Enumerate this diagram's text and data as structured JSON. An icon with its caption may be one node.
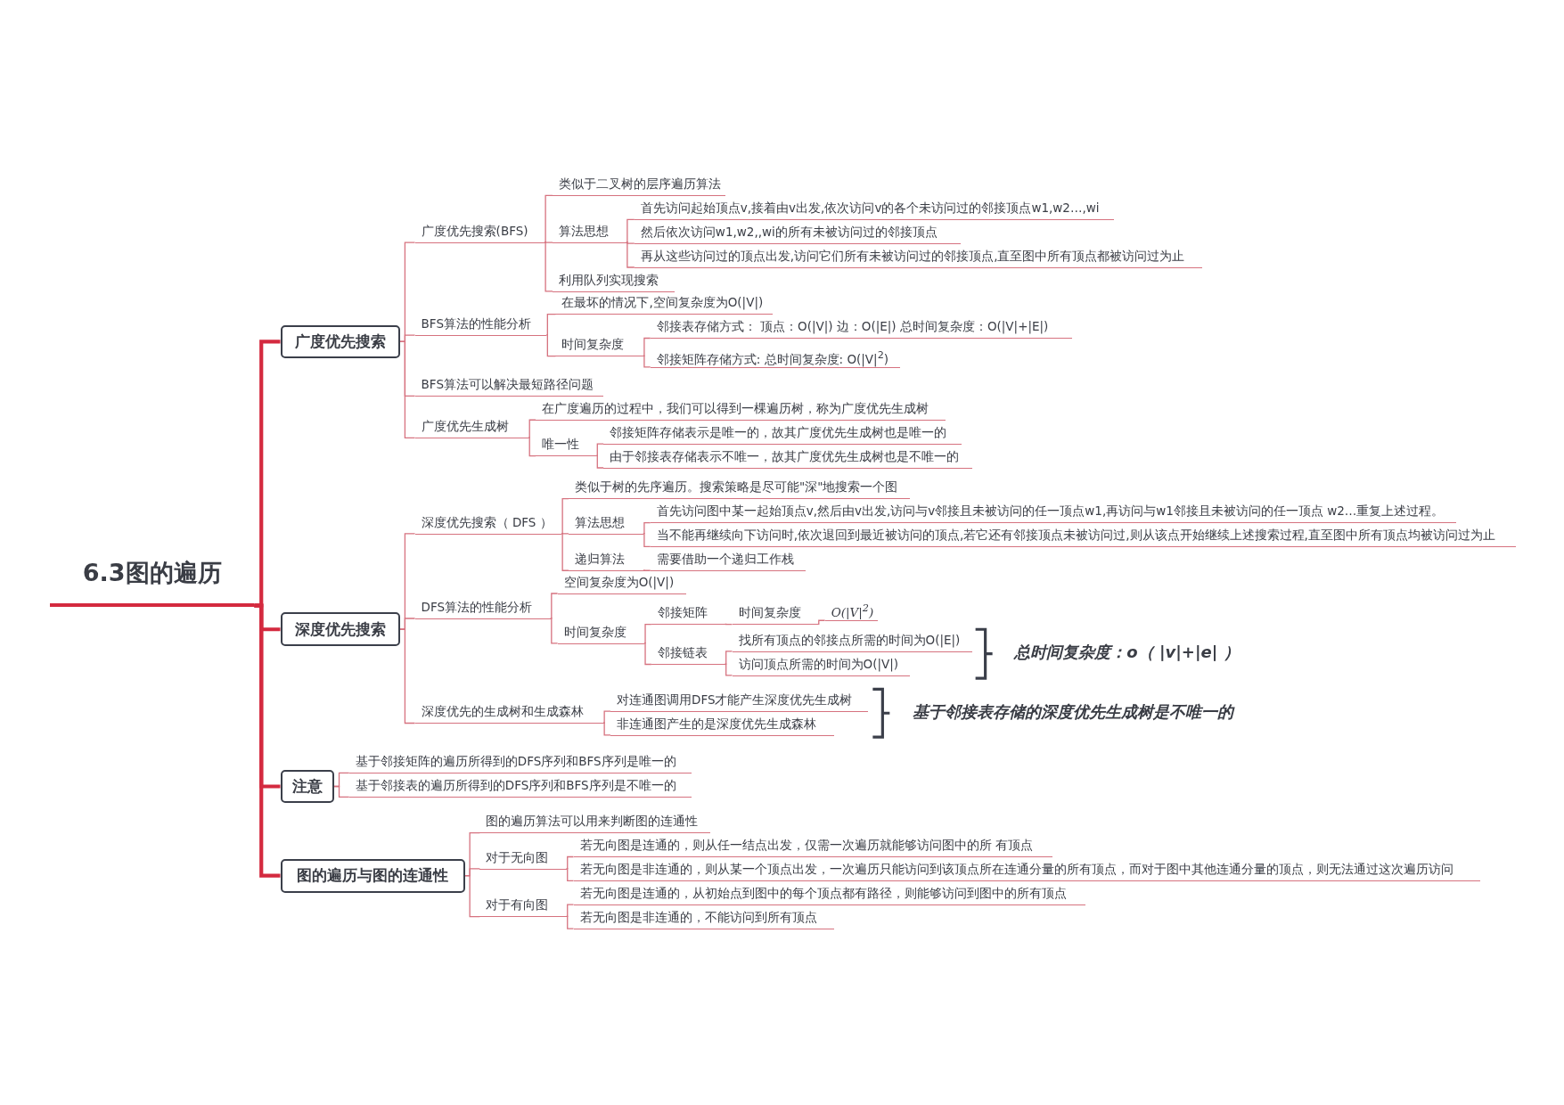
{
  "diagram": {
    "nodes": [
      {
        "text": [
          "6.3图的遍历"
        ]
      },
      {
        "text": [
          "广度优先搜索"
        ]
      },
      {
        "text": [
          "广度优先搜索(BFS)"
        ]
      },
      {
        "text": [
          "类似于二叉树的层序遍历算法"
        ]
      },
      {
        "text": [
          "算法思想"
        ]
      },
      {
        "text": [
          "首先访问起始顶点v,接着由v出发,依次访问v的各个未访问过的邻接顶点w1,w2…,wi"
        ]
      },
      {
        "text": [
          "然后依次访问w1,w2,,wi的所有未被访问过的邻接顶点"
        ]
      },
      {
        "text": [
          "再从这些访问过的顶点出发,访问它们所有未被访问过的邻接顶点,直至图中所有顶点都被访问过为止"
        ]
      },
      {
        "text": [
          "利用队列实现搜索"
        ]
      },
      {
        "text": [
          "BFS算法的性能分析"
        ]
      },
      {
        "text": [
          "在最坏的情况下,空间复杂度为O(|V|)"
        ]
      },
      {
        "text": [
          "时间复杂度"
        ]
      },
      {
        "text": [
          "邻接表存储方式： 顶点：O(|V|) 边：O(|E|) 总时间复杂度：O(|V|+|E|)"
        ]
      },
      {
        "text": [
          "邻接矩阵存储方式: 总时间复杂度: O(|V|$^{2}$)"
        ]
      },
      {
        "text": [
          "BFS算法可以解决最短路径问题"
        ]
      },
      {
        "text": [
          "广度优先生成树"
        ]
      },
      {
        "text": [
          "在广度遍历的过程中，我们可以得到一棵遍历树，称为广度优先生成树"
        ]
      },
      {
        "text": [
          "唯一性"
        ]
      },
      {
        "text": [
          "邻接矩阵存储表示是唯一的，故其广度优先生成树也是唯一的"
        ]
      },
      {
        "text": [
          "由于邻接表存储表示不唯一，故其广度优先生成树也是不唯一的"
        ]
      },
      {
        "text": [
          "深度优先搜索"
        ]
      },
      {
        "text": [
          "深度优先搜索（ DFS ）"
        ]
      },
      {
        "text": [
          "类似于树的先序遍历。搜索策略是尽可能\"深\"地搜索一个图"
        ]
      },
      {
        "text": [
          "算法思想"
        ]
      },
      {
        "text": [
          "首先访问图中某一起始顶点v,然后由v出发,访问与v邻接且未被访问的任一顶点w1,再访问与w1邻接且未被访问的任一顶点 w2…重复上述过程。"
        ]
      },
      {
        "text": [
          "当不能再继续向下访问时,依次退回到最近被访问的顶点,若它还有邻接顶点未被访问过,则从该点开始继续上述搜索过程,直至图中所有顶点均被访问过为止"
        ]
      },
      {
        "text": [
          "递归算法"
        ]
      },
      {
        "text": [
          "需要借助一个递归工作栈"
        ]
      },
      {
        "text": [
          "DFS算法的性能分析"
        ]
      },
      {
        "text": [
          "空间复杂度为O(|V|)"
        ]
      },
      {
        "text": [
          "时间复杂度"
        ]
      },
      {
        "text": [
          "邻接矩阵"
        ]
      },
      {
        "text": [
          "时间复杂度"
        ]
      },
      {
        "text": [
          "O(|V|$^{2}$)"
        ]
      },
      {
        "text": [
          "邻接链表"
        ]
      },
      {
        "text": [
          "找所有顶点的邻接点所需的时间为O(|E|)"
        ]
      },
      {
        "text": [
          "访问顶点所需的时间为O(|V|)"
        ]
      },
      {
        "text": [
          "深度优先的生成树和生成森林"
        ]
      },
      {
        "text": [
          "对连通图调用DFS才能产生深度优先生成树"
        ]
      },
      {
        "text": [
          "非连通图产生的是深度优先生成森林"
        ]
      },
      {
        "text": [
          "注意"
        ]
      },
      {
        "text": [
          "基于邻接矩阵的遍历所得到的DFS序列和BFS序列是唯一的"
        ]
      },
      {
        "text": [
          "基于邻接表的遍历所得到的DFS序列和BFS序列是不唯一的"
        ]
      },
      {
        "text": [
          "图的遍历与图的连通性"
        ]
      },
      {
        "text": [
          "图的遍历算法可以用来判断图的连通性"
        ]
      },
      {
        "text": [
          "对于无向图"
        ]
      },
      {
        "text": [
          "若无向图是连通的，则从任一结点出发，仅需一次遍历就能够访问图中的所 有顶点"
        ]
      },
      {
        "text": [
          "若无向图是非连通的，则从某一个顶点出发，一次遍历只能访问到该顶点所在连通分量的所有顶点，而对于图中其他连通分量的顶点，则无法通过这次遍历访问"
        ]
      },
      {
        "text": [
          "对于有向图"
        ]
      },
      {
        "text": [
          "若无向图是连通的，从初始点到图中的每个顶点都有路径，则能够访问到图中的所有顶点"
        ]
      },
      {
        "text": [
          "若无向图是非连通的，不能访问到所有顶点"
        ]
      }
    ],
    "edges": [
      {
        "from": 0,
        "to": 1,
        "arrow": "none",
        "style": "thick"
      },
      {
        "from": 0,
        "to": 20,
        "arrow": "none",
        "style": "thick"
      },
      {
        "from": 0,
        "to": 40,
        "arrow": "none",
        "style": "thick"
      },
      {
        "from": 0,
        "to": 43,
        "arrow": "none",
        "style": "thick"
      },
      {
        "from": 1,
        "to": 2,
        "arrow": "none"
      },
      {
        "from": 1,
        "to": 9,
        "arrow": "none"
      },
      {
        "from": 1,
        "to": 14,
        "arrow": "none"
      },
      {
        "from": 1,
        "to": 15,
        "arrow": "none"
      },
      {
        "from": 2,
        "to": 3,
        "arrow": "none"
      },
      {
        "from": 2,
        "to": 4,
        "arrow": "none"
      },
      {
        "from": 2,
        "to": 8,
        "arrow": "none"
      },
      {
        "from": 4,
        "to": 5,
        "arrow": "none"
      },
      {
        "from": 4,
        "to": 6,
        "arrow": "none"
      },
      {
        "from": 4,
        "to": 7,
        "arrow": "none"
      },
      {
        "from": 9,
        "to": 10,
        "arrow": "none"
      },
      {
        "from": 9,
        "to": 11,
        "arrow": "none"
      },
      {
        "from": 11,
        "to": 12,
        "arrow": "none"
      },
      {
        "from": 11,
        "to": 13,
        "arrow": "none"
      },
      {
        "from": 15,
        "to": 16,
        "arrow": "none"
      },
      {
        "from": 15,
        "to": 17,
        "arrow": "none"
      },
      {
        "from": 17,
        "to": 18,
        "arrow": "none"
      },
      {
        "from": 17,
        "to": 19,
        "arrow": "none"
      },
      {
        "from": 20,
        "to": 21,
        "arrow": "none"
      },
      {
        "from": 20,
        "to": 28,
        "arrow": "none"
      },
      {
        "from": 20,
        "to": 37,
        "arrow": "none"
      },
      {
        "from": 21,
        "to": 22,
        "arrow": "none"
      },
      {
        "from": 21,
        "to": 23,
        "arrow": "none"
      },
      {
        "from": 21,
        "to": 26,
        "arrow": "none"
      },
      {
        "from": 23,
        "to": 24,
        "arrow": "none"
      },
      {
        "from": 23,
        "to": 25,
        "arrow": "none"
      },
      {
        "from": 26,
        "to": 27,
        "arrow": "none"
      },
      {
        "from": 28,
        "to": 29,
        "arrow": "none"
      },
      {
        "from": 28,
        "to": 30,
        "arrow": "none"
      },
      {
        "from": 30,
        "to": 31,
        "arrow": "none"
      },
      {
        "from": 30,
        "to": 34,
        "arrow": "none"
      },
      {
        "from": 31,
        "to": 32,
        "arrow": "none"
      },
      {
        "from": 32,
        "to": 33,
        "arrow": "none"
      },
      {
        "from": 34,
        "to": 35,
        "arrow": "none"
      },
      {
        "from": 34,
        "to": 36,
        "arrow": "none"
      },
      {
        "from": 37,
        "to": 38,
        "arrow": "none"
      },
      {
        "from": 37,
        "to": 39,
        "arrow": "none"
      },
      {
        "from": 40,
        "to": 41,
        "arrow": "none"
      },
      {
        "from": 40,
        "to": 42,
        "arrow": "none"
      },
      {
        "from": 43,
        "to": 44,
        "arrow": "none"
      },
      {
        "from": 43,
        "to": 45,
        "arrow": "none"
      },
      {
        "from": 43,
        "to": 48,
        "arrow": "none"
      },
      {
        "from": 45,
        "to": 46,
        "arrow": "none"
      },
      {
        "from": 45,
        "to": 47,
        "arrow": "none"
      },
      {
        "from": 48,
        "to": 49,
        "arrow": "none"
      },
      {
        "from": 48,
        "to": 50,
        "arrow": "none"
      }
    ],
    "labels": [
      "总时间复杂度：o（ |v|+|e| ）",
      "基于邻接表存储的深度优先生成树是不唯一的"
    ]
  }
}
